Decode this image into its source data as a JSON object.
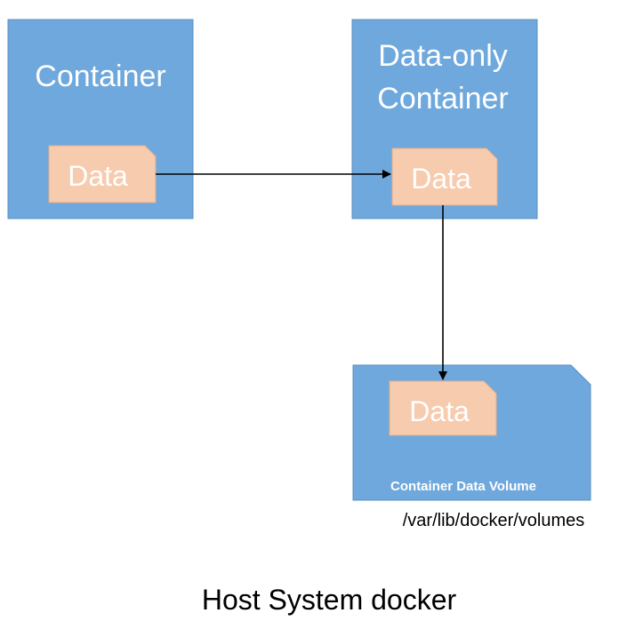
{
  "diagram": {
    "container": {
      "title": "Container",
      "data_label": "Data"
    },
    "data_only_container": {
      "title_line1": "Data-only",
      "title_line2": "Container",
      "data_label": "Data"
    },
    "volume": {
      "data_label": "Data",
      "caption": "Container Data Volume",
      "path": "/var/lib/docker/volumes"
    },
    "host_label": "Host System docker",
    "colors": {
      "container_fill": "#6FA8DC",
      "container_stroke": "#5B8FBF",
      "data_fill": "#F7CBAE",
      "data_stroke": "#E2AE8B",
      "arrow": "#000000"
    }
  }
}
